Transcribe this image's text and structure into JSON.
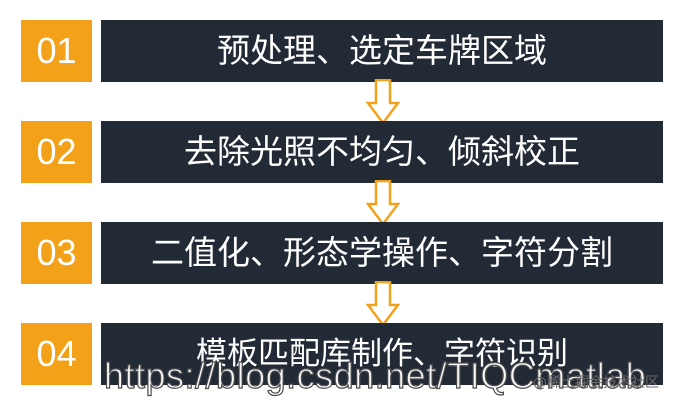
{
  "steps": [
    {
      "number": "01",
      "text": "预处理、选定车牌区域"
    },
    {
      "number": "02",
      "text": "去除光照不均匀、倾斜校正"
    },
    {
      "number": "03",
      "text": "二值化、形态学操作、字符分割"
    },
    {
      "number": "04",
      "text": "模板匹配库制作、字符识别"
    }
  ],
  "watermark": {
    "url": "https://blog.csdn.net/TIQCmatlab",
    "site": "@稀土掘金技术社区"
  },
  "colors": {
    "number_box": "#f3a118",
    "text_bar": "#222a36",
    "text": "#ffffff",
    "arrow_stroke": "#f3a118",
    "arrow_fill": "#ffffff"
  }
}
